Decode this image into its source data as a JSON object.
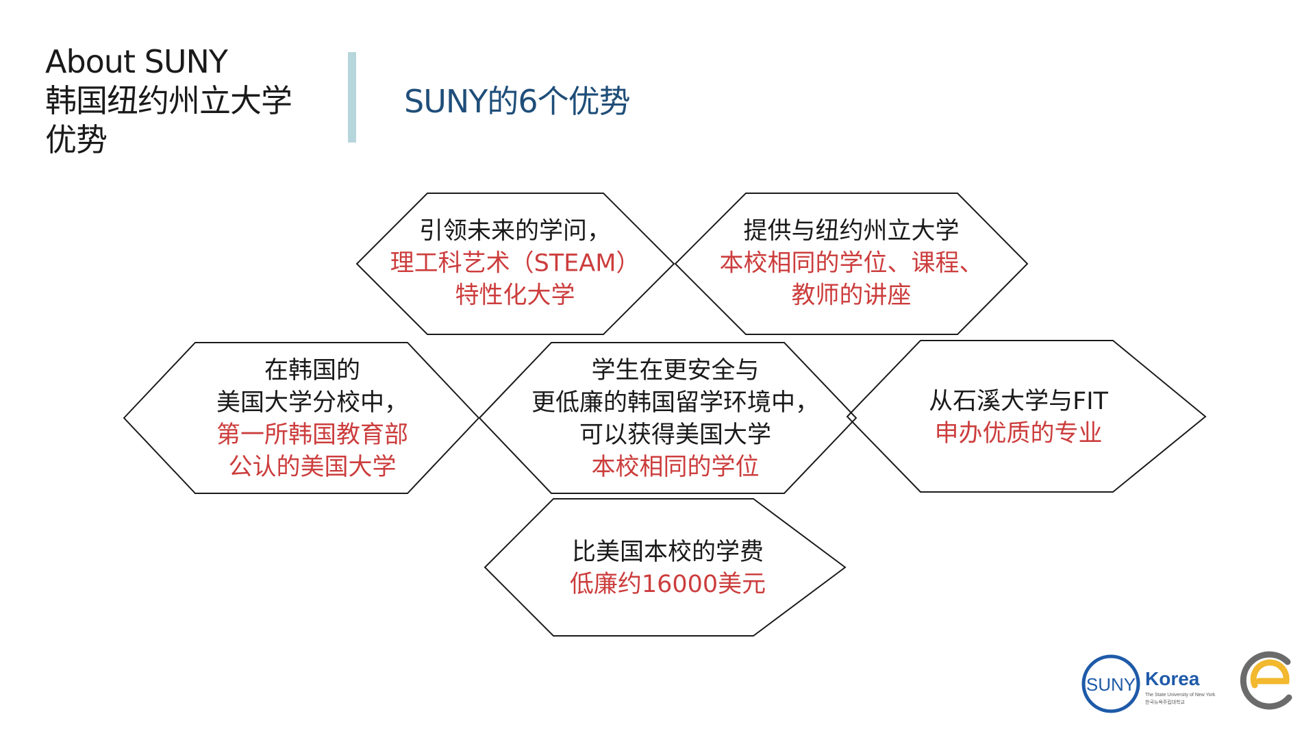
{
  "sidebar": {
    "line1": "About SUNY",
    "line2": "韩国纽约州立大学",
    "line3": "优势"
  },
  "header": {
    "title": "SUNY的6个优势"
  },
  "hexagons": [
    {
      "black": [
        "引领未来的学问，"
      ],
      "red": [
        "理工科艺术（STEAM）",
        "特性化大学"
      ]
    },
    {
      "black": [
        "提供与纽约州立大学"
      ],
      "red": [
        "本校相同的学位、课程、",
        "教师的讲座"
      ]
    },
    {
      "black": [
        "在韩国的",
        "美国大学分校中，"
      ],
      "red": [
        "第一所韩国教育部",
        "公认的美国大学"
      ]
    },
    {
      "black": [
        "学生在更安全与",
        "更低廉的韩国留学环境中，",
        "可以获得美国大学"
      ],
      "red": [
        "本校相同的学位"
      ]
    },
    {
      "black": [
        "从石溪大学与FIT"
      ],
      "red": [
        "申办优质的专业"
      ]
    },
    {
      "black": [
        "比美国本校的学费"
      ],
      "red": [
        "低廉约16000美元"
      ]
    }
  ],
  "logos": {
    "suny_mark": "SUNY",
    "suny_word": "Korea",
    "suny_tagline": "The State University of New York",
    "suny_korean": "한국뉴욕주립대학교"
  },
  "colors": {
    "accent_red": "#cc3d3d",
    "title_blue": "#1f4e79",
    "divider": "#b6d6dc",
    "logo_blue": "#1e5aa8",
    "logo_yellow": "#f2b82e"
  }
}
